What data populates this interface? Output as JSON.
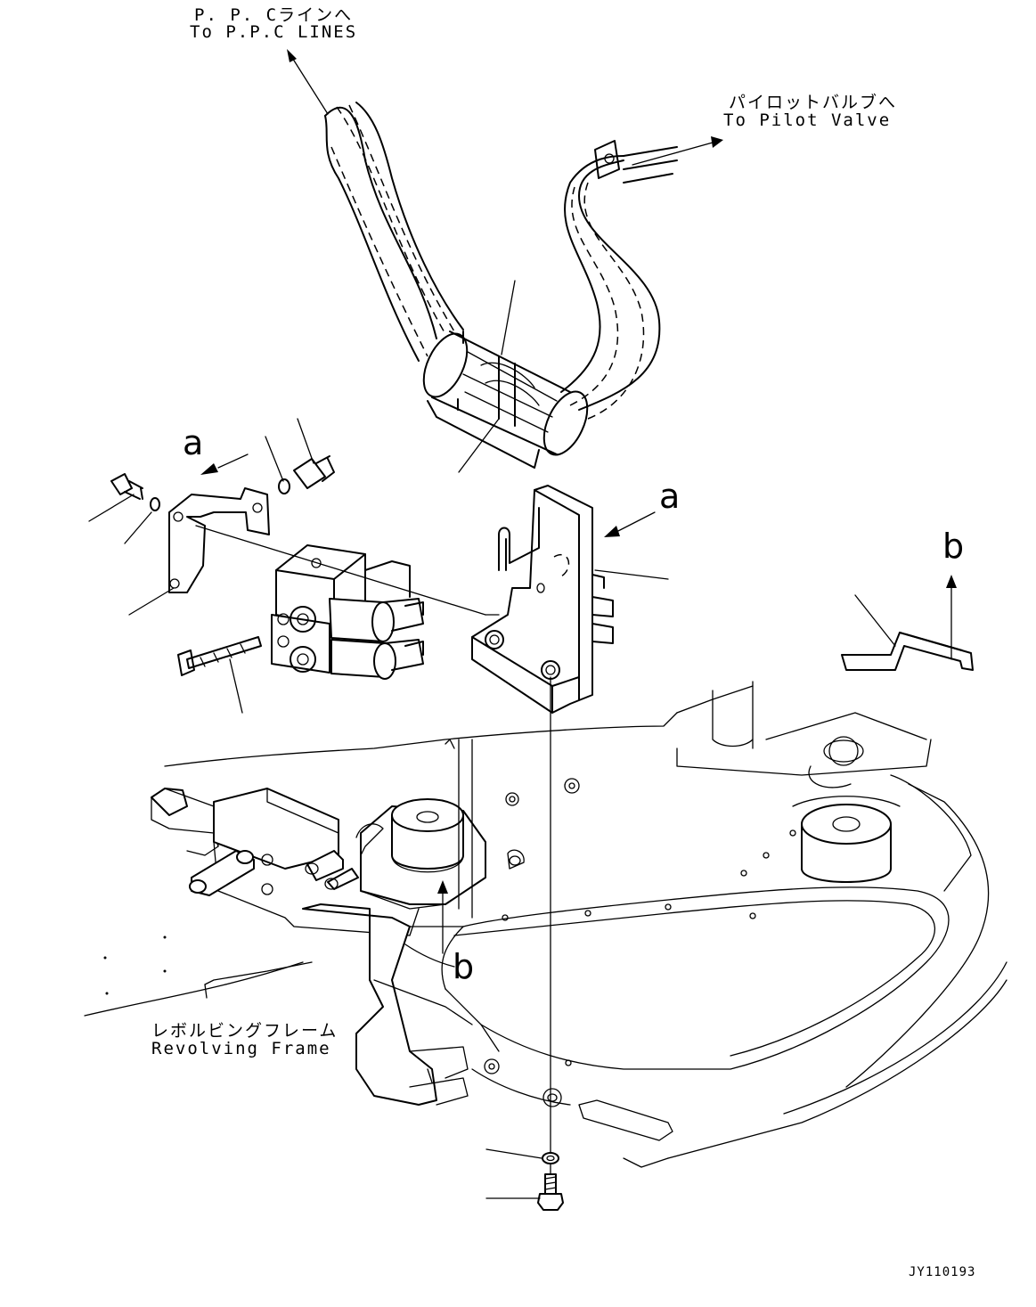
{
  "labels": {
    "ppc_jp": "P. P. Cラインへ",
    "ppc_en": "To P.P.C LINES",
    "pilot_jp": "パイロットバルブへ",
    "pilot_en": "To Pilot Valve",
    "frame_jp": "レボルビングフレーム",
    "frame_en": "Revolving Frame",
    "callout_a": "a",
    "callout_b": "b",
    "drawing_id": "JY110193"
  }
}
